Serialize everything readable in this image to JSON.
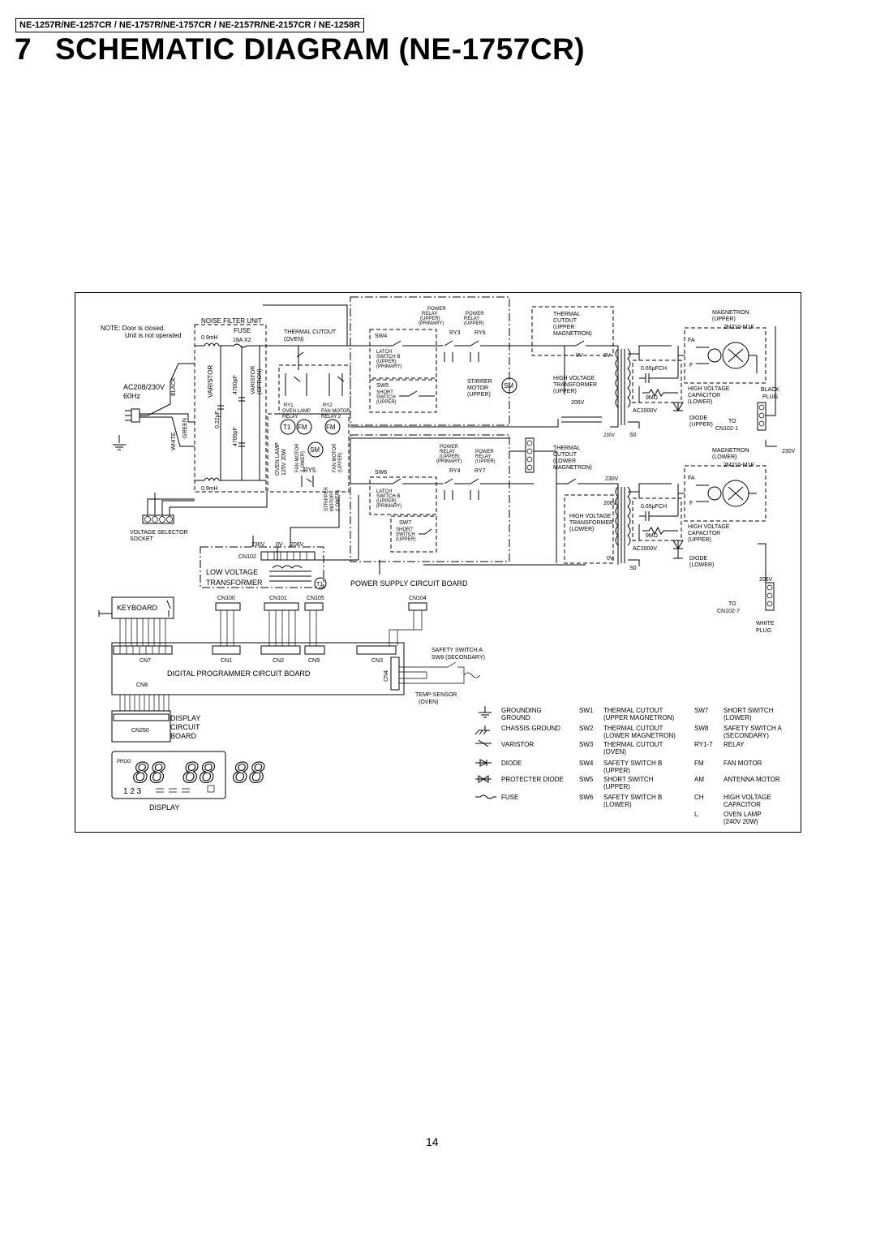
{
  "header": {
    "models": "NE-1257R/NE-1257CR / NE-1757R/NE-1757CR / NE-2157R/NE-2157CR / NE-1258R",
    "section_number": "7",
    "title": "SCHEMATIC DIAGRAM (NE-1757CR)"
  },
  "diagram": {
    "note": [
      "NOTE: Door is closed.",
      "Unit is not operated"
    ],
    "power_input": {
      "voltage": "AC208/230V",
      "freq": "60Hz",
      "black": "BLACK",
      "white": "WHITE",
      "green": "GREEN"
    },
    "noise_filter": {
      "title": "NOISE FILTER UNIT",
      "fuse": "FUSE",
      "fuse_rating": "18A X2",
      "inductor_top": "0.9mH",
      "inductor_bottom": "0.9mH",
      "varistor": "VARISTOR",
      "cap1": "0.22μF",
      "cap2": "4700pF",
      "cap3": "4700pF",
      "varistor_option": [
        "VARISTOR",
        "(OPTION)"
      ]
    },
    "thermal_cutout_oven": [
      "THERMAL CUTOUT",
      "(OVEN)"
    ],
    "relays_small": {
      "ry1": [
        "RY1",
        "OVEN LAMP",
        "RELAY"
      ],
      "ry2": [
        "RY2",
        "FAN MOTOR",
        "RELAY 2"
      ],
      "t1": "T1",
      "fm": "FM",
      "sm": "SM",
      "ry5": "RY5"
    },
    "vertical_labels": {
      "oven_lamp": [
        "OVEN LAMP",
        "125V 20W"
      ],
      "fan_motor_lower": [
        "FAN MOTOR",
        "(LOWER)"
      ],
      "fan_motor_upper": [
        "FAN MOTOR",
        "(UPPER)"
      ],
      "stripper_motor": [
        "STRIPPER",
        "MOTOR",
        "(LOWER)"
      ]
    },
    "upper": {
      "power_relay_primary": [
        "POWER",
        "RELAY",
        "(UPPER)",
        "(PRIMARY)"
      ],
      "power_relay_upper": [
        "POWER",
        "RELAY",
        "(UPPER)"
      ],
      "ry3": "RY3",
      "ry6": "RY6",
      "sw4": "SW4",
      "sw5": "SW5",
      "latch_switch": [
        "LATCH",
        "SWITCH B",
        "(UPPER)",
        "(PRIMARY)"
      ],
      "short_switch": [
        "SHORT",
        "SWITCH",
        "(UPPER)"
      ],
      "stirrer_motor": [
        "STIRRER",
        "MOTOR",
        "(UPPER)"
      ],
      "thermal_cutout": [
        "THERMAL",
        "CUTOUT",
        "(UPPER",
        "MAGNETRON)"
      ],
      "hv_transformer": [
        "HIGH VOLTAGE",
        "TRANSFORMER",
        "(UPPER)"
      ],
      "magnetron": [
        "MAGNETRON",
        "(UPPER)",
        "2M210-M1F"
      ],
      "cap": "0.65μFCH",
      "res": "9MΩ",
      "hv_cap": [
        "HIGH VOLTAGE",
        "CAPACITOR",
        "(LOWER)"
      ],
      "diode": [
        "DIODE",
        "(UPPER)"
      ],
      "to": [
        "TO",
        "CN102-1"
      ],
      "plug": [
        "BLACK",
        "PLUG"
      ],
      "ac2000": "AC2000V",
      "v0a": "0V",
      "v0b": "0V",
      "v206": "206V",
      "v230": "230V",
      "s0": "S0",
      "fa": "FA",
      "f": "F"
    },
    "lower": {
      "power_relay_primary": [
        "POWER",
        "RELAY",
        "(UPPER)",
        "(PRIMARY)"
      ],
      "power_relay_upper": [
        "POWER",
        "RELAY",
        "(UPPER)"
      ],
      "ry4": "RY4",
      "ry7": "RY7",
      "sw6": "SW6",
      "sw7": "SW7",
      "latch_switch": [
        "LATCH",
        "SWITCH B",
        "(UPPER)",
        "(PRIMARY)"
      ],
      "short_switch": [
        "SHORT",
        "SWITCH",
        "(UPPER)"
      ],
      "thermal_cutout": [
        "THERMAL",
        "CUTOUT",
        "(LOWER",
        "MAGNETRON)"
      ],
      "hv_transformer": [
        "HIGH VOLTAGE",
        "TRANSFORMER",
        "(LOWER)"
      ],
      "magnetron": [
        "MAGNETRON",
        "(LOWER)",
        "2M210-M1F"
      ],
      "cap": "0.65μFCH",
      "res": "9MΩ",
      "hv_cap": [
        "HIGH VOLTAGE",
        "CAPACITOR",
        "(UPPER)"
      ],
      "diode": [
        "DIODE",
        "(LOWER)"
      ],
      "to": [
        "TO",
        "CN102-7"
      ],
      "plug": [
        "WHITE",
        "PLUG"
      ],
      "ac2000": "AC2000V",
      "v0": "0V",
      "v206a": "206V",
      "v206b": "206V",
      "v230a": "230V",
      "v230b": "230V",
      "s0": "S0",
      "fa": "FA",
      "f": "F"
    },
    "voltage_selector": [
      "VOLTAGE SELECTOR",
      "SOCKET"
    ],
    "cn102": {
      "label": "CN102",
      "taps": [
        "230V",
        "0V",
        "206V"
      ]
    },
    "low_voltage_transformer": [
      "LOW VOLTAGE",
      "TRANSFORMER"
    ],
    "t1": "T1",
    "power_supply_board": "POWER SUPPLY CIRCUIT BOARD",
    "keyboard": "KEYBOARD",
    "connectors": {
      "cn100": "CN100",
      "cn101": "CN101",
      "cn105": "CN105",
      "cn104": "CN104",
      "cn7": "CN7",
      "cn1": "CN1",
      "cn2": "CN2",
      "cn9": "CN9",
      "cn3": "CN3",
      "cn4": "CN4",
      "cn8": "CN8",
      "cn250": "CN250"
    },
    "digital_board": "DIGITAL PROGRAMMER CIRCUIT BOARD",
    "safety_switch_a": [
      "SAFETY SWITCH A",
      "SW8 (SECONDARY)"
    ],
    "temp_sensor": [
      "TEMP-SENSOR",
      "(OVEN)"
    ],
    "display_board": [
      "DISPLAY",
      "CIRCUIT",
      "BOARD"
    ],
    "display": {
      "prog": "PROG",
      "digits": "88 88 88",
      "indicators": "1 2 3",
      "label": "DISPLAY"
    },
    "legend": {
      "symbols": [
        "GROUNDING",
        "GROUND",
        "CHASSIS GROUND",
        "VARISTOR",
        "DIODE",
        "PROTECTER DIODE",
        "FUSE"
      ],
      "switches": [
        {
          "code": "SW1",
          "text": [
            "THERMAL CUTOUT",
            "(UPPER MAGNETRON)"
          ]
        },
        {
          "code": "SW2",
          "text": [
            "THERMAL CUTOUT",
            "(LOWER MAGNETRON)"
          ]
        },
        {
          "code": "SW3",
          "text": [
            "THERMAL CUTOUT",
            "(OVEN)"
          ]
        },
        {
          "code": "SW4",
          "text": [
            "SAFETY SWITCH B",
            "(UPPER)"
          ]
        },
        {
          "code": "SW5",
          "text": [
            "SHORT SWITCH",
            "(UPPER)"
          ]
        },
        {
          "code": "SW6",
          "text": [
            "SAFETY SWITCH B",
            "(LOWER)"
          ]
        }
      ],
      "others": [
        {
          "code": "SW7",
          "text": [
            "SHORT SWITCH",
            "(LOWER)"
          ]
        },
        {
          "code": "SW8",
          "text": [
            "SAFETY SWITCH A",
            "(SECONDARY)"
          ]
        },
        {
          "code": "RY1-7",
          "text": [
            "RELAY"
          ]
        },
        {
          "code": "FM",
          "text": [
            "FAN MOTOR"
          ]
        },
        {
          "code": "AM",
          "text": [
            "ANTENNA MOTOR"
          ]
        },
        {
          "code": "CH",
          "text": [
            "HIGH VOLTAGE",
            "CAPACITOR"
          ]
        },
        {
          "code": "L",
          "text": [
            "OVEN LAMP",
            "(240V 20W)"
          ]
        }
      ]
    }
  },
  "page_number": "14"
}
